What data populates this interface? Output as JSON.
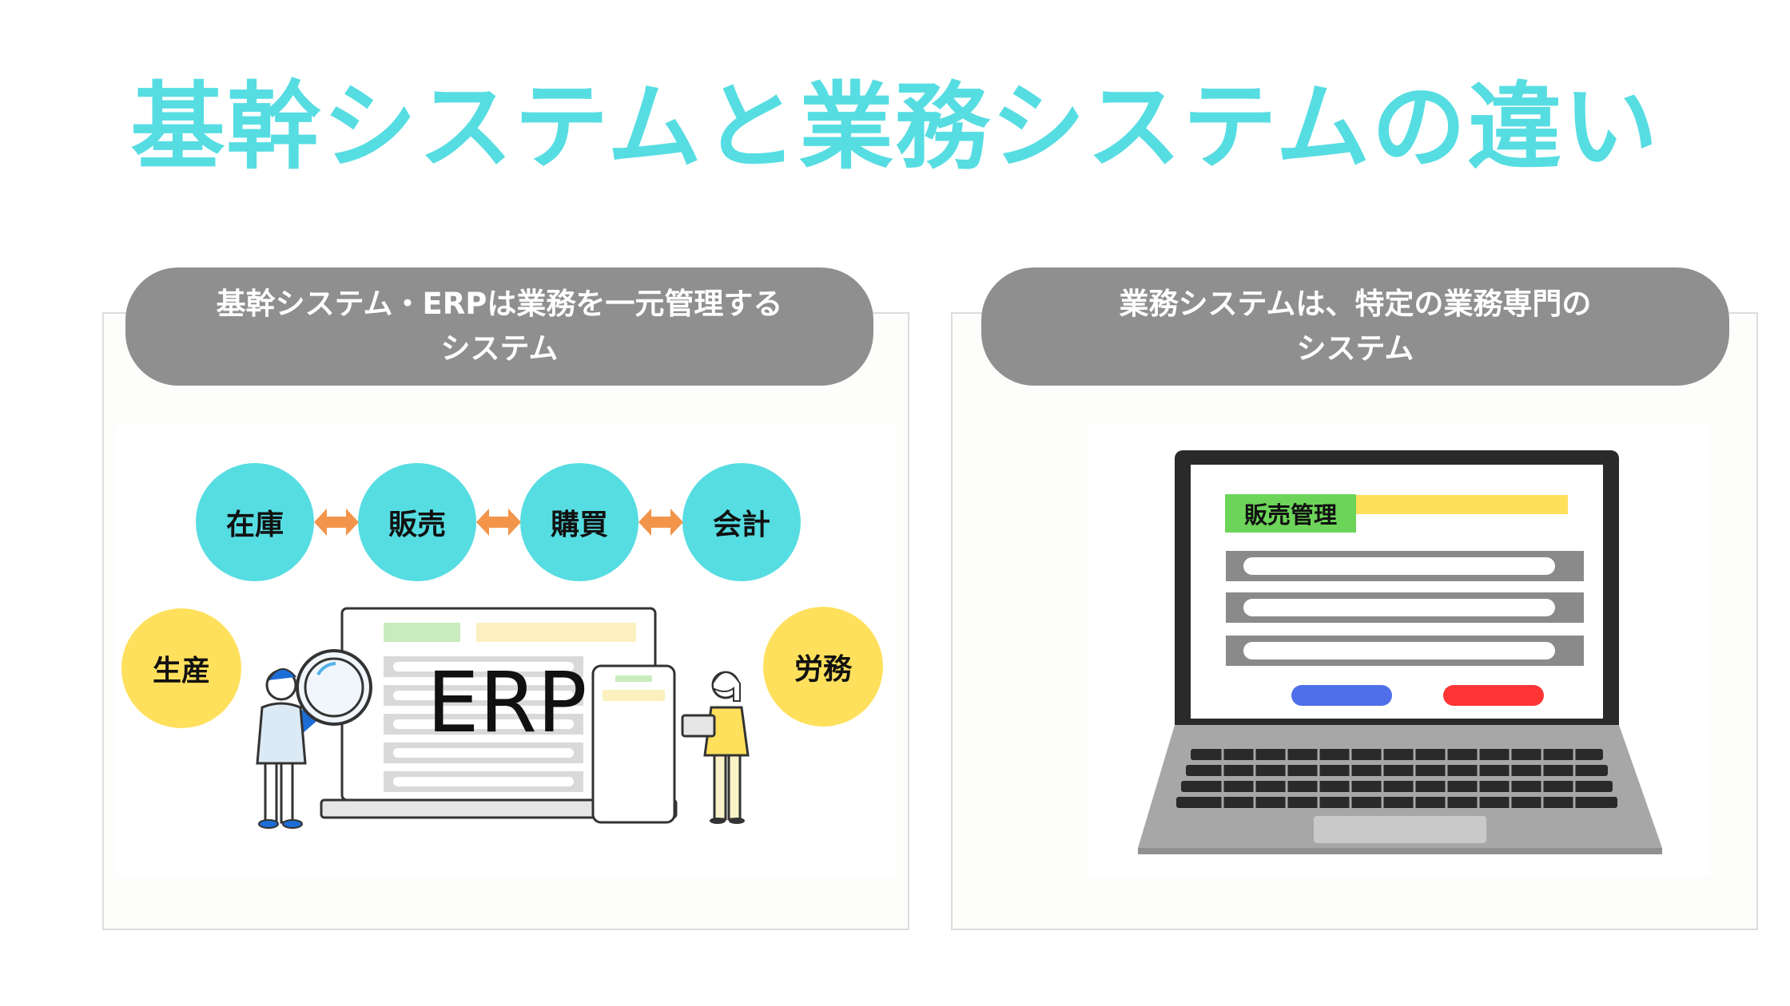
{
  "title": "基幹システムと業務システムの違い",
  "left": {
    "heading_line1": "基幹システム・ERPは業務を一元管理する",
    "heading_line2": "システム",
    "modules_top": [
      "在庫",
      "販売",
      "購買",
      "会計"
    ],
    "module_left": "生産",
    "module_right": "労務",
    "erp_label": "ERP"
  },
  "right": {
    "heading_line1": "業務システムは、特定の業務専門の",
    "heading_line2": "システム",
    "screen_tag": "販売管理"
  },
  "colors": {
    "title": "#56dde2",
    "module_top": "#56dde2",
    "module_side": "#ffe05c",
    "arrow": "#f2954b",
    "pill": "#8f8f8f",
    "tag": "#6dd45a",
    "button_blue": "#4f6fe8",
    "button_red": "#ff3535"
  }
}
